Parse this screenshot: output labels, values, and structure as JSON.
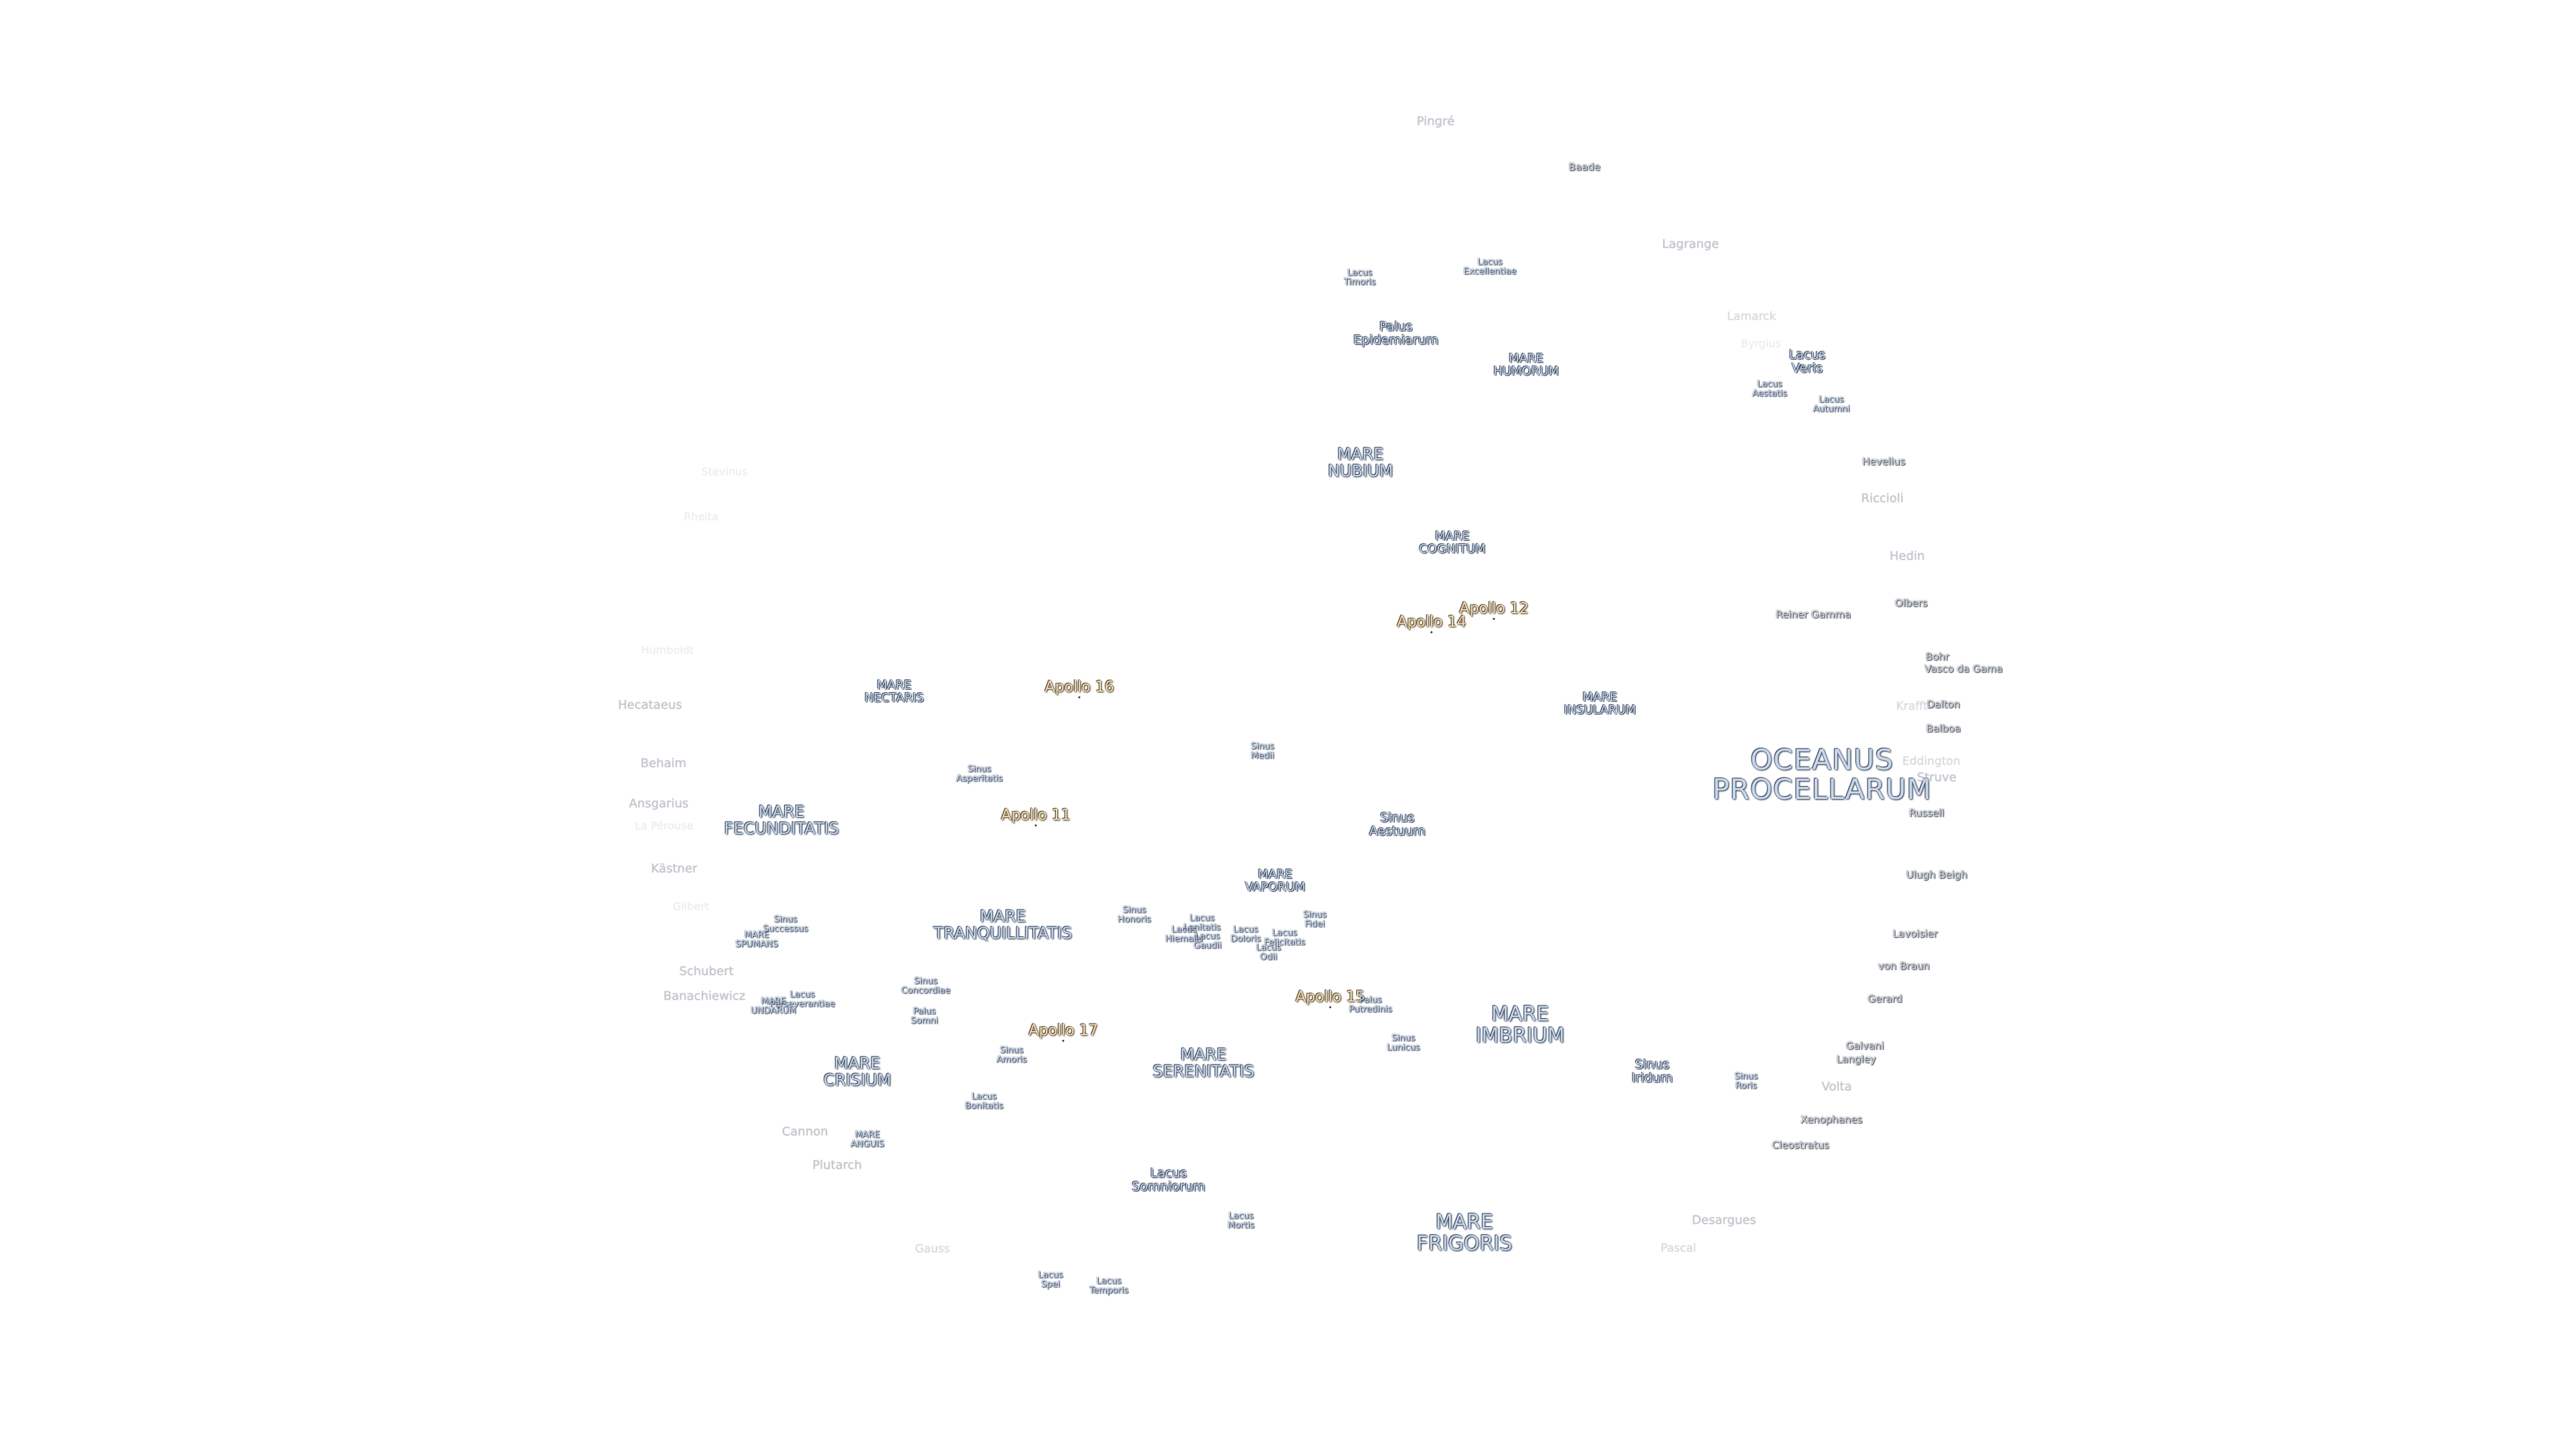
{
  "map": {
    "labels": [
      {
        "id": "oceanus-procellarum",
        "text": "OCEANUS\nPROCELLARUM",
        "style": "oceanus"
      },
      {
        "id": "mare-imbrium",
        "text": "MARE\nIMBRIUM",
        "style": "mare-l"
      },
      {
        "id": "mare-frigoris",
        "text": "MARE\nFRIGORIS",
        "style": "mare-l"
      },
      {
        "id": "mare-tranquillitatis",
        "text": "MARE\nTRANQUILLITATIS",
        "style": "mare-m"
      },
      {
        "id": "mare-serenitatis",
        "text": "MARE\nSERENITATIS",
        "style": "mare-m"
      },
      {
        "id": "mare-fecunditatis",
        "text": "MARE\nFECUNDITATIS",
        "style": "mare-m"
      },
      {
        "id": "mare-crisium",
        "text": "MARE\nCRISIUM",
        "style": "mare-m"
      },
      {
        "id": "mare-nubium",
        "text": "MARE\nNUBIUM",
        "style": "mare-m"
      },
      {
        "id": "mare-humorum",
        "text": "MARE\nHUMORUM",
        "style": "mare-s"
      },
      {
        "id": "mare-insularum",
        "text": "MARE\nINSULARUM",
        "style": "mare-s"
      },
      {
        "id": "mare-cognitum",
        "text": "MARE\nCOGNITUM",
        "style": "mare-s"
      },
      {
        "id": "mare-nectaris",
        "text": "MARE\nNECTARIS",
        "style": "mare-s"
      },
      {
        "id": "mare-vaporum",
        "text": "MARE\nVAPORUM",
        "style": "mare-s"
      },
      {
        "id": "mare-spumans",
        "text": "MARE\nSPUMANS",
        "style": "feat-s"
      },
      {
        "id": "mare-undarum",
        "text": "MARE\nUNDARUM",
        "style": "feat-s"
      },
      {
        "id": "mare-anguis",
        "text": "MARE\nANGUIS",
        "style": "feat-s"
      },
      {
        "id": "apollo-11",
        "text": "Apollo 11",
        "style": "apollo"
      },
      {
        "id": "apollo-12",
        "text": "Apollo 12",
        "style": "apollo"
      },
      {
        "id": "apollo-14",
        "text": "Apollo 14",
        "style": "apollo"
      },
      {
        "id": "apollo-15",
        "text": "Apollo 15",
        "style": "apollo"
      },
      {
        "id": "apollo-16",
        "text": "Apollo 16",
        "style": "apollo"
      },
      {
        "id": "apollo-17",
        "text": "Apollo 17",
        "style": "apollo"
      },
      {
        "id": "palus-epidemiarum",
        "text": "Palus\nEpidemiarum",
        "style": "feat-m"
      },
      {
        "id": "lacus-excellentiae",
        "text": "Lacus\nExcellentiae",
        "style": "feat-s"
      },
      {
        "id": "lacus-timoris",
        "text": "Lacus\nTimoris",
        "style": "feat-s"
      },
      {
        "id": "lacus-veris",
        "text": "Lacus\nVeris",
        "style": "feat-m"
      },
      {
        "id": "lacus-autumni",
        "text": "Lacus\nAutumni",
        "style": "feat-s"
      },
      {
        "id": "lacus-aestatis",
        "text": "Lacus\nAestatis",
        "style": "feat-s"
      },
      {
        "id": "sinus-medii",
        "text": "Sinus\nMedii",
        "style": "feat-s"
      },
      {
        "id": "sinus-aestuum",
        "text": "Sinus\nAestuum",
        "style": "feat-m"
      },
      {
        "id": "sinus-asperitatis",
        "text": "Sinus\nAsperitatis",
        "style": "feat-s"
      },
      {
        "id": "sinus-honoris",
        "text": "Sinus\nHonoris",
        "style": "feat-s"
      },
      {
        "id": "sinus-fidei",
        "text": "Sinus\nFidei",
        "style": "feat-s"
      },
      {
        "id": "lacus-lenitatis",
        "text": "Lacus\nLenitatis",
        "style": "feat-s"
      },
      {
        "id": "lacus-hiemalis",
        "text": "Lacus\nHiemalis",
        "style": "feat-s"
      },
      {
        "id": "lacus-gaudii",
        "text": "Lacus\nGaudii",
        "style": "feat-s"
      },
      {
        "id": "lacus-doloris",
        "text": "Lacus\nDoloris",
        "style": "feat-s"
      },
      {
        "id": "lacus-odii",
        "text": "Lacus\nOdii",
        "style": "feat-s"
      },
      {
        "id": "lacus-felicitatis",
        "text": "Lacus\nFelicitatis",
        "style": "feat-s"
      },
      {
        "id": "sinus-successus",
        "text": "Sinus\nSuccessus",
        "style": "feat-s"
      },
      {
        "id": "sinus-concordiae",
        "text": "Sinus\nConcordiae",
        "style": "feat-s"
      },
      {
        "id": "lacus-perseverantiae",
        "text": "Lacus\nPerseverantiae",
        "style": "feat-s"
      },
      {
        "id": "palus-somni",
        "text": "Palus\nSomni",
        "style": "feat-s"
      },
      {
        "id": "sinus-amoris",
        "text": "Sinus\nAmoris",
        "style": "feat-s"
      },
      {
        "id": "lacus-bonitatis",
        "text": "Lacus\nBonitatis",
        "style": "feat-s"
      },
      {
        "id": "palus-putredinis",
        "text": "Palus\nPutredinis",
        "style": "feat-s"
      },
      {
        "id": "sinus-lunicus",
        "text": "Sinus\nLunicus",
        "style": "feat-s"
      },
      {
        "id": "sinus-iridum",
        "text": "Sinus\nIridum",
        "style": "feat-m"
      },
      {
        "id": "sinus-roris",
        "text": "Sinus\nRoris",
        "style": "feat-s"
      },
      {
        "id": "lacus-somniorum",
        "text": "Lacus\nSomniorum",
        "style": "feat-m"
      },
      {
        "id": "lacus-mortis",
        "text": "Lacus\nMortis",
        "style": "feat-s"
      },
      {
        "id": "lacus-spei",
        "text": "Lacus\nSpei",
        "style": "feat-s"
      },
      {
        "id": "lacus-temporis",
        "text": "Lacus\nTemporis",
        "style": "feat-s"
      },
      {
        "id": "pingre",
        "text": "Pingré",
        "style": "crater-m"
      },
      {
        "id": "baade",
        "text": "Baade",
        "style": "crater-d"
      },
      {
        "id": "lagrange",
        "text": "Lagrange",
        "style": "crater-m"
      },
      {
        "id": "lamarck",
        "text": "Lamarck",
        "style": "crater-f"
      },
      {
        "id": "byrgius",
        "text": "Byrgius",
        "style": "crater-x"
      },
      {
        "id": "hedin",
        "text": "Hedin",
        "style": "crater-m"
      },
      {
        "id": "riccioli",
        "text": "Riccioli",
        "style": "crater-m"
      },
      {
        "id": "hevelius",
        "text": "Hevelius",
        "style": "crater-d"
      },
      {
        "id": "olbers",
        "text": "Olbers",
        "style": "crater-d"
      },
      {
        "id": "reiner-gamma",
        "text": "Reiner Gamma",
        "style": "crater-d"
      },
      {
        "id": "bohr",
        "text": "Bohr",
        "style": "crater-d"
      },
      {
        "id": "vasco-da-gama",
        "text": "Vasco da Gama",
        "style": "crater-d"
      },
      {
        "id": "krafft",
        "text": "Krafft",
        "style": "crater-f"
      },
      {
        "id": "dalton",
        "text": "Dalton",
        "style": "crater-d"
      },
      {
        "id": "balboa",
        "text": "Balboa",
        "style": "crater-d"
      },
      {
        "id": "eddington",
        "text": "Eddington",
        "style": "crater-f"
      },
      {
        "id": "struve",
        "text": "Struve",
        "style": "crater-m"
      },
      {
        "id": "russell",
        "text": "Russell",
        "style": "crater-d"
      },
      {
        "id": "ulugh-beigh",
        "text": "Ulugh Beigh",
        "style": "crater-d"
      },
      {
        "id": "lavoisier",
        "text": "Lavoisier",
        "style": "crater-d"
      },
      {
        "id": "von-braun",
        "text": "von Braun",
        "style": "crater-d"
      },
      {
        "id": "gerard",
        "text": "Gerard",
        "style": "crater-d"
      },
      {
        "id": "galvani",
        "text": "Galvani",
        "style": "crater-d"
      },
      {
        "id": "langley",
        "text": "Langley",
        "style": "crater-d"
      },
      {
        "id": "volta",
        "text": "Volta",
        "style": "crater-m"
      },
      {
        "id": "xenophanes",
        "text": "Xenophanes",
        "style": "crater-d"
      },
      {
        "id": "cleostratus",
        "text": "Cleostratus",
        "style": "crater-d"
      },
      {
        "id": "desargues",
        "text": "Desargues",
        "style": "crater-m"
      },
      {
        "id": "pascal",
        "text": "Pascal",
        "style": "crater-f"
      },
      {
        "id": "gauss",
        "text": "Gauss",
        "style": "crater-f"
      },
      {
        "id": "cannon",
        "text": "Cannon",
        "style": "crater-m"
      },
      {
        "id": "plutarch",
        "text": "Plutarch",
        "style": "crater-m"
      },
      {
        "id": "schubert",
        "text": "Schubert",
        "style": "crater-m"
      },
      {
        "id": "banachiewicz",
        "text": "Banachiewicz",
        "style": "crater-m"
      },
      {
        "id": "gilbert",
        "text": "Gilbert",
        "style": "crater-x"
      },
      {
        "id": "kastner",
        "text": "Kästner",
        "style": "crater-m"
      },
      {
        "id": "la-perouse",
        "text": "La Pérouse",
        "style": "crater-x"
      },
      {
        "id": "ansgarius",
        "text": "Ansgarius",
        "style": "crater-m"
      },
      {
        "id": "behaim",
        "text": "Behaim",
        "style": "crater-m"
      },
      {
        "id": "hecataeus",
        "text": "Hecataeus",
        "style": "crater-m"
      },
      {
        "id": "humboldt",
        "text": "Humboldt",
        "style": "crater-x"
      },
      {
        "id": "rheita",
        "text": "Rheita",
        "style": "crater-x"
      },
      {
        "id": "stevinus",
        "text": "Stevinus",
        "style": "crater-x"
      }
    ]
  }
}
